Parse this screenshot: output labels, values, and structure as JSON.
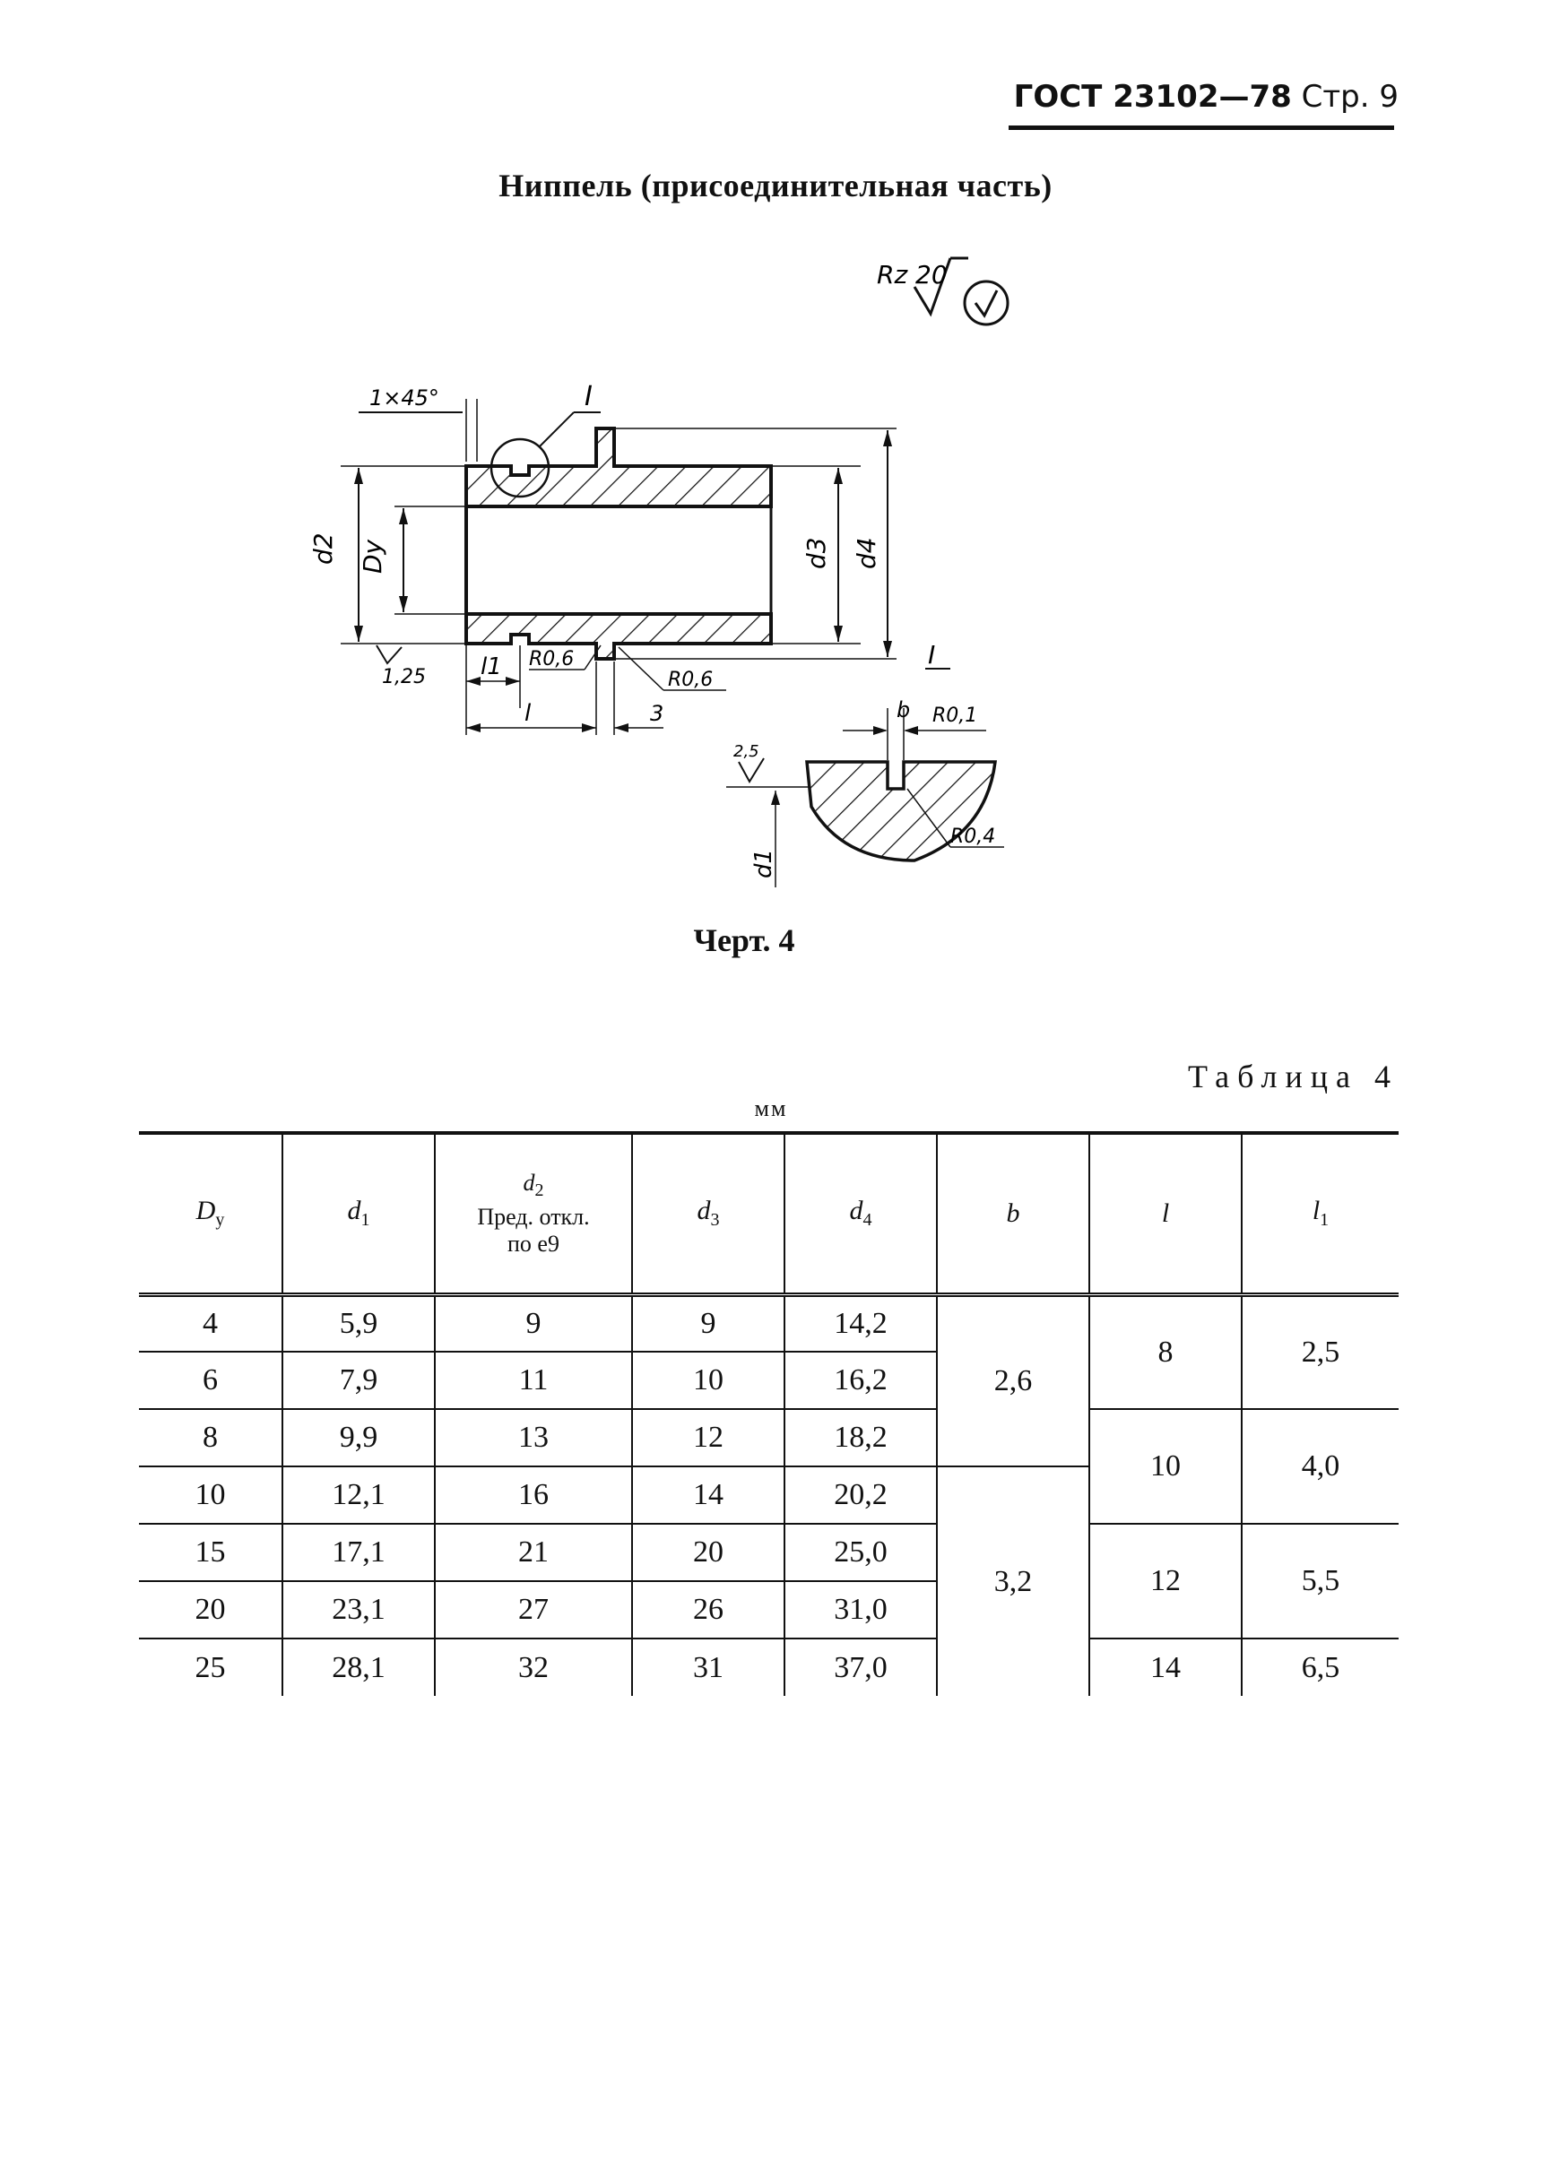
{
  "header": {
    "standard": "ГОСТ 23102—78",
    "page": "Стр. 9"
  },
  "title": "Ниппель (присоединительная часть)",
  "drawing": {
    "roughness_main": "Rz 20",
    "labels": {
      "chamfer": "1×45°",
      "detail_mark": "I",
      "d2": "d2",
      "dy": "Dy",
      "d3": "d3",
      "d4": "d4",
      "l1": "l1",
      "l": "l",
      "three": "3",
      "r06_inner": "R0,6",
      "r06_outer": "R0,6",
      "roughness_small": "1,25",
      "detail_b": "b",
      "detail_r01": "R0,1",
      "detail_r04": "R0,4",
      "detail_d1": "d1",
      "detail_roughness": "2,5"
    }
  },
  "caption": "Черт. 4",
  "table": {
    "title": "Таблица 4",
    "units": "мм",
    "headers": {
      "dy": "D",
      "dy_sub": "у",
      "d1": "d",
      "d1_sub": "1",
      "d2_sym": "d",
      "d2_sub": "2",
      "d2_line1": "Пред. откл.",
      "d2_line2": "по e9",
      "d3": "d",
      "d3_sub": "3",
      "d4": "d",
      "d4_sub": "4",
      "b": "b",
      "l": "l",
      "l1": "l",
      "l1_sub": "1"
    },
    "rows": [
      {
        "dy": "4",
        "d1": "5,9",
        "d2": "9",
        "d3": "9",
        "d4": "14,2"
      },
      {
        "dy": "6",
        "d1": "7,9",
        "d2": "11",
        "d3": "10",
        "d4": "16,2"
      },
      {
        "dy": "8",
        "d1": "9,9",
        "d2": "13",
        "d3": "12",
        "d4": "18,2"
      },
      {
        "dy": "10",
        "d1": "12,1",
        "d2": "16",
        "d3": "14",
        "d4": "20,2"
      },
      {
        "dy": "15",
        "d1": "17,1",
        "d2": "21",
        "d3": "20",
        "d4": "25,0"
      },
      {
        "dy": "20",
        "d1": "23,1",
        "d2": "27",
        "d3": "26",
        "d4": "31,0"
      },
      {
        "dy": "25",
        "d1": "28,1",
        "d2": "32",
        "d3": "31",
        "d4": "37,0"
      }
    ],
    "b_values": [
      "2,6",
      "3,2"
    ],
    "l_values": [
      "8",
      "10",
      "12",
      "14"
    ],
    "l1_values": [
      "2,5",
      "4,0",
      "5,5",
      "6,5"
    ]
  }
}
